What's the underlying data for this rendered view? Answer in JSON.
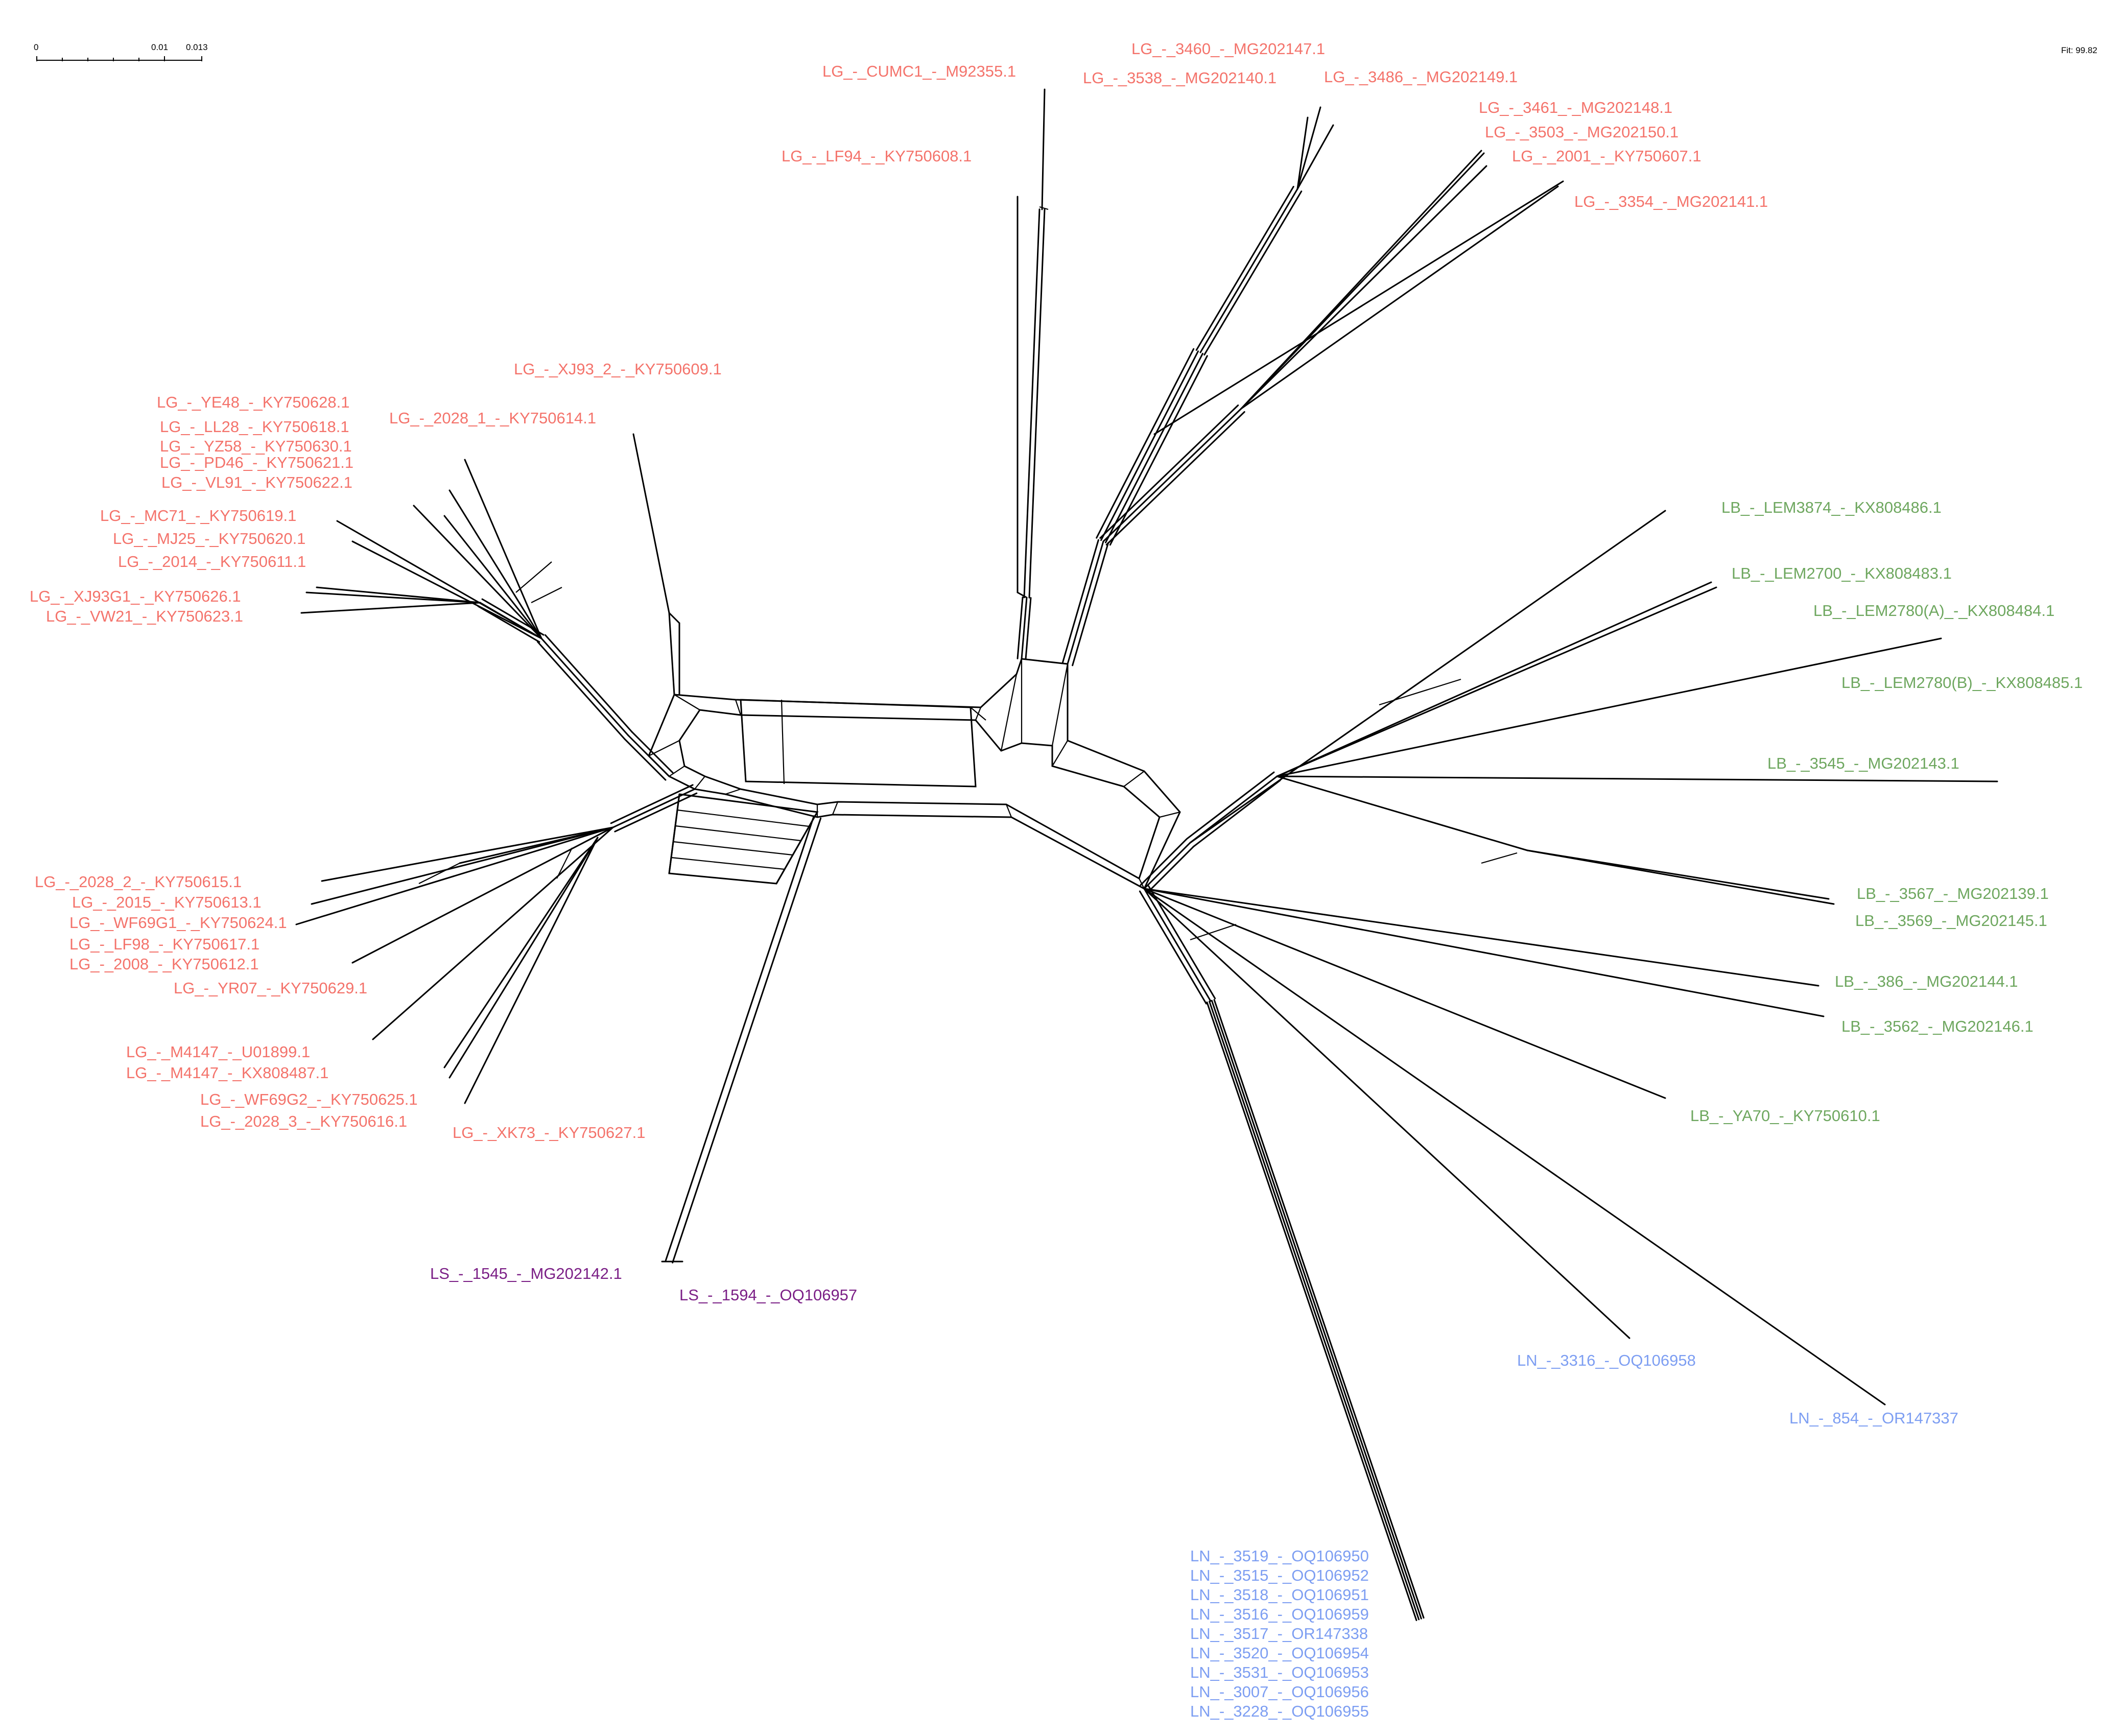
{
  "scale_bar": {
    "ticks": [
      "0",
      "0.01",
      "0.013"
    ]
  },
  "fit_text": "Fit: 99.82",
  "group_colors": {
    "LG": "#f4736b",
    "LB": "#6ea75f",
    "LN": "#7d9ef2",
    "LS": "#7b1f86"
  },
  "taxa": [
    {
      "name": "LG_-_CUMC1_-_M92355.1",
      "group": "LG"
    },
    {
      "name": "LG_-_LF94_-_KY750608.1",
      "group": "LG"
    },
    {
      "name": "LG_-_3460_-_MG202147.1",
      "group": "LG"
    },
    {
      "name": "LG_-_3538_-_MG202140.1",
      "group": "LG"
    },
    {
      "name": "LG_-_3486_-_MG202149.1",
      "group": "LG"
    },
    {
      "name": "LG_-_3461_-_MG202148.1",
      "group": "LG"
    },
    {
      "name": "LG_-_3503_-_MG202150.1",
      "group": "LG"
    },
    {
      "name": "LG_-_2001_-_KY750607.1",
      "group": "LG"
    },
    {
      "name": "LG_-_3354_-_MG202141.1",
      "group": "LG"
    },
    {
      "name": "LG_-_XJ93_2_-_KY750609.1",
      "group": "LG"
    },
    {
      "name": "LG_-_YE48_-_KY750628.1",
      "group": "LG"
    },
    {
      "name": "LG_-_2028_1_-_KY750614.1",
      "group": "LG"
    },
    {
      "name": "LG_-_LL28_-_KY750618.1",
      "group": "LG"
    },
    {
      "name": "LG_-_YZ58_-_KY750630.1",
      "group": "LG"
    },
    {
      "name": "LG_-_PD46_-_KY750621.1",
      "group": "LG"
    },
    {
      "name": "LG_-_VL91_-_KY750622.1",
      "group": "LG"
    },
    {
      "name": "LG_-_MC71_-_KY750619.1",
      "group": "LG"
    },
    {
      "name": "LG_-_MJ25_-_KY750620.1",
      "group": "LG"
    },
    {
      "name": "LG_-_2014_-_KY750611.1",
      "group": "LG"
    },
    {
      "name": "LG_-_XJ93G1_-_KY750626.1",
      "group": "LG"
    },
    {
      "name": "LG_-_VW21_-_KY750623.1",
      "group": "LG"
    },
    {
      "name": "LG_-_2028_2_-_KY750615.1",
      "group": "LG"
    },
    {
      "name": "LG_-_2015_-_KY750613.1",
      "group": "LG"
    },
    {
      "name": "LG_-_WF69G1_-_KY750624.1",
      "group": "LG"
    },
    {
      "name": "LG_-_LF98_-_KY750617.1",
      "group": "LG"
    },
    {
      "name": "LG_-_2008_-_KY750612.1",
      "group": "LG"
    },
    {
      "name": "LG_-_YR07_-_KY750629.1",
      "group": "LG"
    },
    {
      "name": "LG_-_M4147_-_U01899.1",
      "group": "LG"
    },
    {
      "name": "LG_-_M4147_-_KX808487.1",
      "group": "LG"
    },
    {
      "name": "LG_-_WF69G2_-_KY750625.1",
      "group": "LG"
    },
    {
      "name": "LG_-_2028_3_-_KY750616.1",
      "group": "LG"
    },
    {
      "name": "LG_-_XK73_-_KY750627.1",
      "group": "LG"
    },
    {
      "name": "LS_-_1545_-_MG202142.1",
      "group": "LS"
    },
    {
      "name": "LS_-_1594_-_OQ106957",
      "group": "LS"
    },
    {
      "name": "LB_-_LEM3874_-_KX808486.1",
      "group": "LB"
    },
    {
      "name": "LB_-_LEM2700_-_KX808483.1",
      "group": "LB"
    },
    {
      "name": "LB_-_LEM2780(A)_-_KX808484.1",
      "group": "LB"
    },
    {
      "name": "LB_-_LEM2780(B)_-_KX808485.1",
      "group": "LB"
    },
    {
      "name": "LB_-_3545_-_MG202143.1",
      "group": "LB"
    },
    {
      "name": "LB_-_3567_-_MG202139.1",
      "group": "LB"
    },
    {
      "name": "LB_-_3569_-_MG202145.1",
      "group": "LB"
    },
    {
      "name": "LB_-_386_-_MG202144.1",
      "group": "LB"
    },
    {
      "name": "LB_-_3562_-_MG202146.1",
      "group": "LB"
    },
    {
      "name": "LB_-_YA70_-_KY750610.1",
      "group": "LB"
    },
    {
      "name": "LN_-_3316_-_OQ106958",
      "group": "LN"
    },
    {
      "name": "LN_-_854_-_OR147337",
      "group": "LN"
    },
    {
      "name": "LN_-_3519_-_OQ106950",
      "group": "LN"
    },
    {
      "name": "LN_-_3515_-_OQ106952",
      "group": "LN"
    },
    {
      "name": "LN_-_3518_-_OQ106951",
      "group": "LN"
    },
    {
      "name": "LN_-_3516_-_OQ106959",
      "group": "LN"
    },
    {
      "name": "LN_-_3517_-_OR147338",
      "group": "LN"
    },
    {
      "name": "LN_-_3520_-_OQ106954",
      "group": "LN"
    },
    {
      "name": "LN_-_3531_-_OQ106953",
      "group": "LN"
    },
    {
      "name": "LN_-_3007_-_OQ106956",
      "group": "LN"
    },
    {
      "name": "LN_-_3228_-_OQ106955",
      "group": "LN"
    }
  ]
}
